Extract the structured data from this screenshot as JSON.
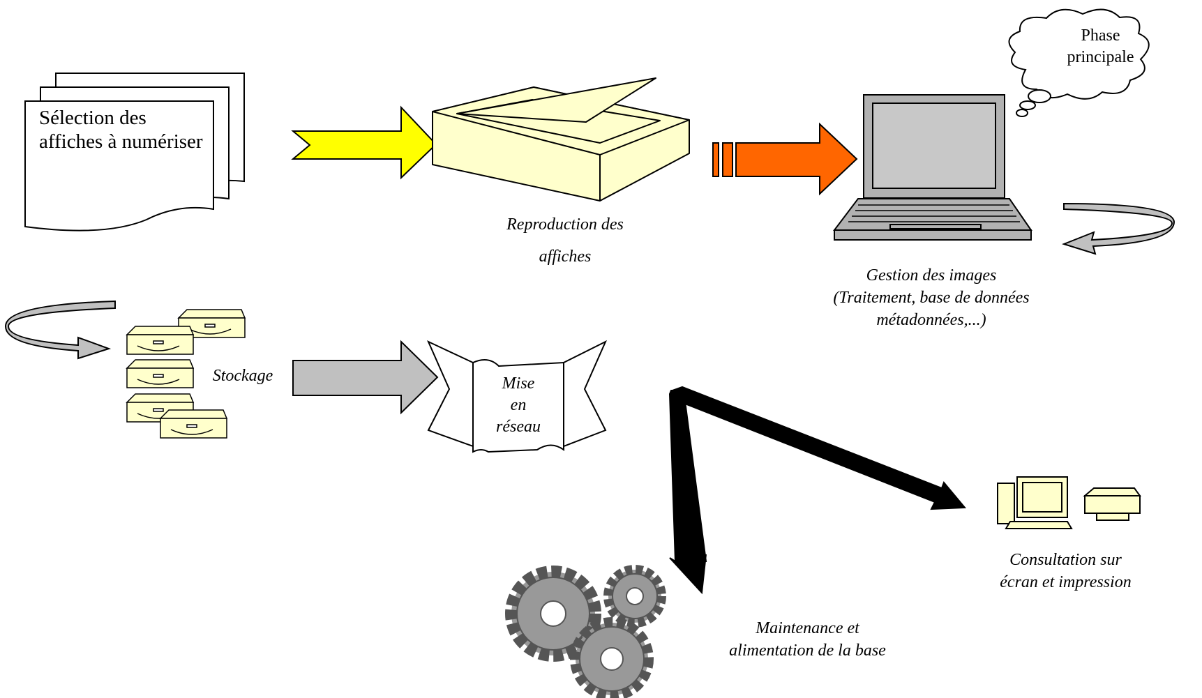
{
  "steps": {
    "selection": "Sélection des affiches à numériser",
    "reproduction_line1": "Reproduction des",
    "reproduction_line2": "affiches",
    "gestion_line1": "Gestion des images",
    "gestion_line2": "(Traitement, base de données",
    "gestion_line3": "métadonnées,...)",
    "stockage": "Stockage",
    "mise_line1": "Mise",
    "mise_line2": "en",
    "mise_line3": "réseau",
    "maintenance_line1": "Maintenance et",
    "maintenance_line2": "alimentation de la base",
    "consultation_line1": "Consultation sur",
    "consultation_line2": "écran et impression"
  },
  "callout": {
    "line1": "Phase",
    "line2": "principale"
  },
  "icons": [
    "document-stack-icon",
    "flatbed-scanner-icon",
    "laptop-icon",
    "thought-cloud-icon",
    "disk-drive-stack-icon",
    "network-banner-icon",
    "gears-icon",
    "desktop-computer-icon",
    "printer-icon",
    "cycle-arrow-icon"
  ],
  "colors": {
    "arrow_yellow": "#ffff00",
    "arrow_orange": "#ff6600",
    "arrow_gray": "#c0c0c0",
    "scanner_fill": "#ffffcc",
    "laptop_gray": "#b2b2b2",
    "gear_gray": "#999999"
  }
}
